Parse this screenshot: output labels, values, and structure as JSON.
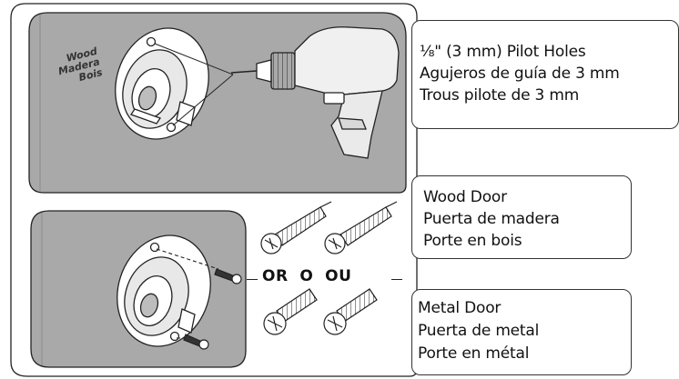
{
  "pilot_holes": {
    "line1": "⅛\" (3 mm) Pilot Holes",
    "line2": "Agujeros de guía de 3 mm",
    "line3": "Trous pilote de 3 mm"
  },
  "wood_door": {
    "line1": "Wood Door",
    "line2": "Puerta de madera",
    "line3": "Porte en bois"
  },
  "metal_door": {
    "line1": "Metal Door",
    "line2": "Puerta de metal",
    "line3": "Porte en métal"
  },
  "or_text": "OR  O  OU",
  "wood_tag": {
    "line1": "Wood",
    "line2": "Madera",
    "line3": "Bois"
  },
  "colors": {
    "panel_fill": "#a9a9a9",
    "outline": "#222222",
    "background": "#ffffff"
  }
}
